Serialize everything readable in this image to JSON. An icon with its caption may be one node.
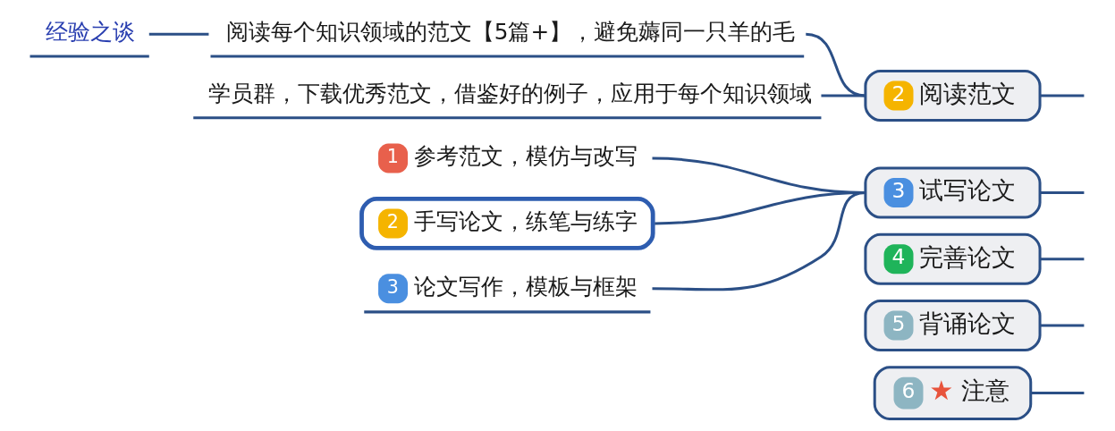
{
  "diagram": {
    "nodes": [
      {
        "text": [
          "经验之谈"
        ]
      },
      {
        "text": [
          "阅读每个知识领域的范文【5篇+】，避免薅同一只羊的毛"
        ]
      },
      {
        "text": [
          "学员群，下载优秀范文，借鉴好的例子，应用于每个知识领域"
        ]
      },
      {
        "text": [
          "2",
          "阅读范文"
        ]
      },
      {
        "text": [
          "1",
          "参考范文，模仿与改写"
        ]
      },
      {
        "text": [
          "2",
          "手写论文，练笔与练字"
        ]
      },
      {
        "text": [
          "3",
          "论文写作，模板与框架"
        ]
      },
      {
        "text": [
          "3",
          "试写论文"
        ]
      },
      {
        "text": [
          "4",
          "完善论文"
        ]
      },
      {
        "text": [
          "5",
          "背诵论文"
        ]
      },
      {
        "text": [
          "6",
          "★",
          "注意"
        ]
      }
    ],
    "edges": [
      {
        "from": null,
        "to": 3,
        "arrow": "none"
      },
      {
        "from": 3,
        "to": 1,
        "arrow": "none"
      },
      {
        "from": 1,
        "to": 0,
        "arrow": "none"
      },
      {
        "from": 3,
        "to": 2,
        "arrow": "none"
      },
      {
        "from": null,
        "to": 7,
        "arrow": "none"
      },
      {
        "from": 7,
        "to": 4,
        "arrow": "none"
      },
      {
        "from": 7,
        "to": 5,
        "arrow": "none"
      },
      {
        "from": 7,
        "to": 6,
        "arrow": "none"
      },
      {
        "from": null,
        "to": 8,
        "arrow": "none"
      },
      {
        "from": null,
        "to": 9,
        "arrow": "none"
      },
      {
        "from": null,
        "to": 10,
        "arrow": "none"
      }
    ]
  }
}
